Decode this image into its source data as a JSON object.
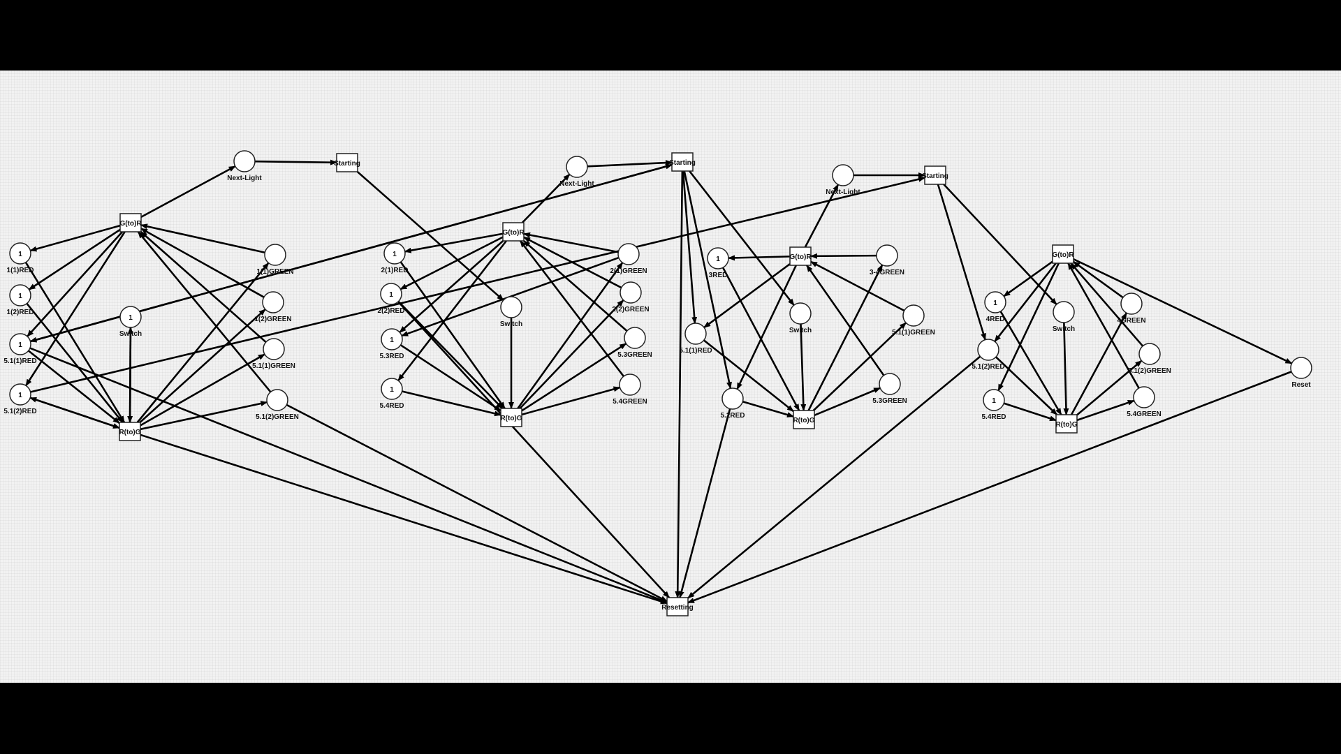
{
  "places": [
    {
      "id": "A_NL",
      "label": "Next-Light",
      "tokens": ""
    },
    {
      "id": "A_R1",
      "label": "1(1)RED",
      "tokens": "1"
    },
    {
      "id": "A_R2",
      "label": "1(2)RED",
      "tokens": "1"
    },
    {
      "id": "A_R3",
      "label": "5.1(1)RED",
      "tokens": "1"
    },
    {
      "id": "A_R4",
      "label": "5.1(2)RED",
      "tokens": "1"
    },
    {
      "id": "A_SW",
      "label": "Switch",
      "tokens": "1"
    },
    {
      "id": "A_G1",
      "label": "1(1)GREEN",
      "tokens": ""
    },
    {
      "id": "A_G2",
      "label": "1(2)GREEN",
      "tokens": ""
    },
    {
      "id": "A_G3",
      "label": "5.1(1)GREEN",
      "tokens": ""
    },
    {
      "id": "A_G4",
      "label": "5.1(2)GREEN",
      "tokens": ""
    },
    {
      "id": "B_NL",
      "label": "Next-Light",
      "tokens": ""
    },
    {
      "id": "B_R1",
      "label": "2(1)RED",
      "tokens": "1"
    },
    {
      "id": "B_R2",
      "label": "2(2)RED",
      "tokens": "1"
    },
    {
      "id": "B_R3",
      "label": "5.3RED",
      "tokens": "1"
    },
    {
      "id": "B_R4",
      "label": "5.4RED",
      "tokens": "1"
    },
    {
      "id": "B_SW",
      "label": "Switch",
      "tokens": ""
    },
    {
      "id": "B_G1",
      "label": "2(1)GREEN",
      "tokens": ""
    },
    {
      "id": "B_G2",
      "label": "2(2)GREEN",
      "tokens": ""
    },
    {
      "id": "B_G3",
      "label": "5.3GREEN",
      "tokens": ""
    },
    {
      "id": "B_G4",
      "label": "5.4GREEN",
      "tokens": ""
    },
    {
      "id": "C_NL",
      "label": "Next-Light",
      "tokens": ""
    },
    {
      "id": "C_R1",
      "label": "3RED",
      "tokens": "1"
    },
    {
      "id": "C_R2",
      "label": "5.1(1)RED",
      "tokens": ""
    },
    {
      "id": "C_R3",
      "label": "5.2RED",
      "tokens": ""
    },
    {
      "id": "C_SW",
      "label": "Switch",
      "tokens": ""
    },
    {
      "id": "C_G1",
      "label": "3-4GREEN",
      "tokens": ""
    },
    {
      "id": "C_G2",
      "label": "5.1(1)GREEN",
      "tokens": ""
    },
    {
      "id": "C_G3",
      "label": "5.3GREEN",
      "tokens": ""
    },
    {
      "id": "D_R1",
      "label": "4RED",
      "tokens": "1"
    },
    {
      "id": "D_R2",
      "label": "5.1(2)RED",
      "tokens": ""
    },
    {
      "id": "D_R3",
      "label": "5.4RED",
      "tokens": "1"
    },
    {
      "id": "D_SW",
      "label": "Switch",
      "tokens": ""
    },
    {
      "id": "D_G1",
      "label": "4GREEN",
      "tokens": ""
    },
    {
      "id": "D_G2",
      "label": "5.1(2)GREEN",
      "tokens": ""
    },
    {
      "id": "D_G3",
      "label": "5.4GREEN",
      "tokens": ""
    },
    {
      "id": "RESET",
      "label": "Reset",
      "tokens": ""
    }
  ],
  "transitions": [
    {
      "id": "A_GR",
      "label": "G(to)R"
    },
    {
      "id": "A_RG",
      "label": "R(to)G"
    },
    {
      "id": "A_ST",
      "label": "Starting"
    },
    {
      "id": "B_GR",
      "label": "G(to)R"
    },
    {
      "id": "B_RG",
      "label": "R(to)G"
    },
    {
      "id": "B_ST",
      "label": "Starting"
    },
    {
      "id": "C_GR",
      "label": "G(to)R"
    },
    {
      "id": "C_RG",
      "label": "R(to)G"
    },
    {
      "id": "C_ST",
      "label": "Starting"
    },
    {
      "id": "D_GR",
      "label": "G(to)R"
    },
    {
      "id": "D_RG",
      "label": "R(to)G"
    },
    {
      "id": "RESETTING",
      "label": "Resetting"
    }
  ],
  "arcs": [
    [
      "A_GR",
      "A_NL"
    ],
    [
      "A_NL",
      "A_ST"
    ],
    [
      "A_ST",
      "B_SW"
    ],
    [
      "A_GR",
      "A_R1"
    ],
    [
      "A_GR",
      "A_R2"
    ],
    [
      "A_GR",
      "A_R3"
    ],
    [
      "A_GR",
      "A_R4"
    ],
    [
      "A_G1",
      "A_GR"
    ],
    [
      "A_G2",
      "A_GR"
    ],
    [
      "A_G3",
      "A_GR"
    ],
    [
      "A_G4",
      "A_GR"
    ],
    [
      "A_R1",
      "A_RG"
    ],
    [
      "A_R2",
      "A_RG"
    ],
    [
      "A_R3",
      "A_RG"
    ],
    [
      "A_R4",
      "A_RG"
    ],
    [
      "A_SW",
      "A_RG"
    ],
    [
      "A_RG",
      "A_G1"
    ],
    [
      "A_RG",
      "A_G2"
    ],
    [
      "A_RG",
      "A_G3"
    ],
    [
      "A_RG",
      "A_G4"
    ],
    [
      "A_RG",
      "A_R4"
    ],
    [
      "A_RG",
      "A_SW"
    ],
    [
      "A_R3",
      "B_ST"
    ],
    [
      "A_R4",
      "C_ST"
    ],
    [
      "A_RG",
      "RESETTING"
    ],
    [
      "A_R3",
      "RESETTING"
    ],
    [
      "A_G4",
      "RESETTING"
    ],
    [
      "B_GR",
      "B_NL"
    ],
    [
      "B_NL",
      "B_ST"
    ],
    [
      "B_ST",
      "A_R3"
    ],
    [
      "B_ST",
      "C_SW"
    ],
    [
      "B_ST",
      "C_R2"
    ],
    [
      "B_ST",
      "C_R3"
    ],
    [
      "B_ST",
      "RESETTING"
    ],
    [
      "B_GR",
      "B_R1"
    ],
    [
      "B_GR",
      "B_R2"
    ],
    [
      "B_GR",
      "B_R3"
    ],
    [
      "B_GR",
      "B_R4"
    ],
    [
      "B_G1",
      "B_GR"
    ],
    [
      "B_G2",
      "B_GR"
    ],
    [
      "B_G3",
      "B_GR"
    ],
    [
      "B_G4",
      "B_GR"
    ],
    [
      "B_R1",
      "B_RG"
    ],
    [
      "B_R2",
      "B_RG"
    ],
    [
      "B_R3",
      "B_RG"
    ],
    [
      "B_R4",
      "B_RG"
    ],
    [
      "B_SW",
      "B_RG"
    ],
    [
      "B_RG",
      "B_G1"
    ],
    [
      "B_RG",
      "B_G2"
    ],
    [
      "B_RG",
      "B_G3"
    ],
    [
      "B_RG",
      "B_G4"
    ],
    [
      "B_G1",
      "B_R3"
    ],
    [
      "B_R2",
      "RESETTING"
    ],
    [
      "C_GR",
      "C_NL"
    ],
    [
      "C_NL",
      "C_ST"
    ],
    [
      "C_ST",
      "D_SW"
    ],
    [
      "C_ST",
      "D_R2"
    ],
    [
      "C_GR",
      "C_R1"
    ],
    [
      "C_GR",
      "C_R2"
    ],
    [
      "C_GR",
      "C_R3"
    ],
    [
      "C_G1",
      "C_GR"
    ],
    [
      "C_G2",
      "C_GR"
    ],
    [
      "C_G3",
      "C_GR"
    ],
    [
      "C_R1",
      "C_RG"
    ],
    [
      "C_R2",
      "C_RG"
    ],
    [
      "C_R3",
      "C_RG"
    ],
    [
      "C_SW",
      "C_RG"
    ],
    [
      "C_RG",
      "C_G1"
    ],
    [
      "C_RG",
      "C_G2"
    ],
    [
      "C_RG",
      "C_G3"
    ],
    [
      "C_R3",
      "RESETTING"
    ],
    [
      "D_GR",
      "D_R1"
    ],
    [
      "D_GR",
      "D_R2"
    ],
    [
      "D_GR",
      "D_R3"
    ],
    [
      "D_G1",
      "D_GR"
    ],
    [
      "D_G2",
      "D_GR"
    ],
    [
      "D_G3",
      "D_GR"
    ],
    [
      "D_R1",
      "D_RG"
    ],
    [
      "D_R2",
      "D_RG"
    ],
    [
      "D_R3",
      "D_RG"
    ],
    [
      "D_SW",
      "D_RG"
    ],
    [
      "D_RG",
      "D_G1"
    ],
    [
      "D_RG",
      "D_G2"
    ],
    [
      "D_RG",
      "D_G3"
    ],
    [
      "D_GR",
      "RESET"
    ],
    [
      "D_R2",
      "RESETTING"
    ],
    [
      "RESET",
      "RESETTING"
    ]
  ]
}
